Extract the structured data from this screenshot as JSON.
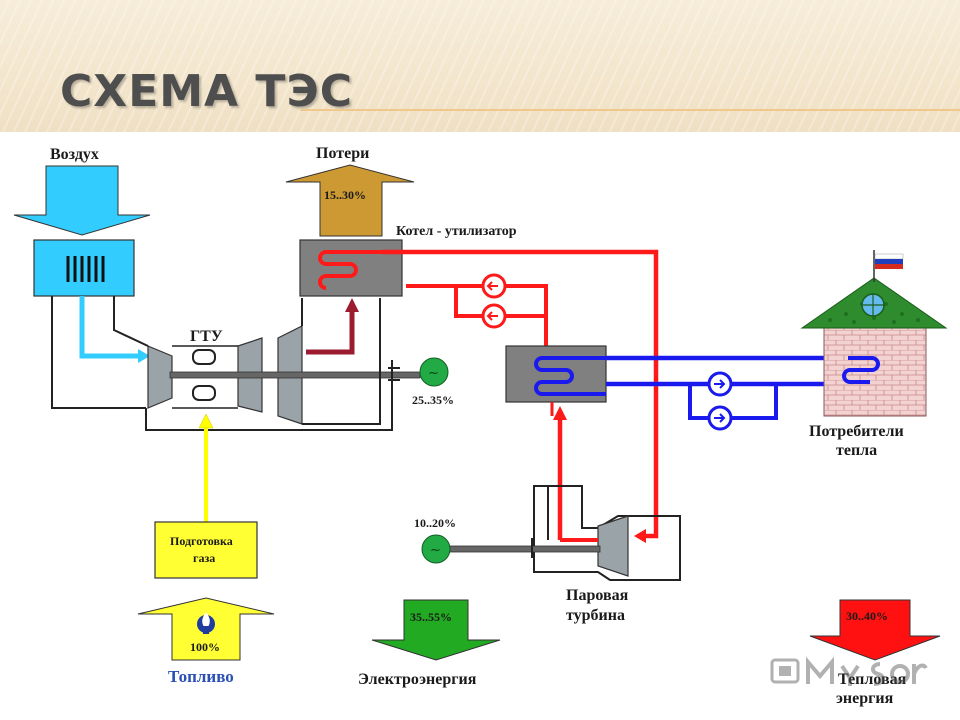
{
  "title": "СХЕМА ТЭС",
  "labels": {
    "air": "Воздух",
    "losses": "Потери",
    "losses_pct": "15..30%",
    "boiler": "Котел - утилизатор",
    "gtu": "ГТУ",
    "gtu_pct": "25..35%",
    "gas_prep_line1": "Подготовка",
    "gas_prep_line2": "газа",
    "fuel": "Топливо",
    "fuel_pct": "100%",
    "electricity": "Электроэнергия",
    "electricity_pct": "35..55%",
    "steam_turbine_line1": "Паровая",
    "steam_turbine_line2": "турбина",
    "steam_pct": "10..20%",
    "consumers_line1": "Потребители",
    "consumers_line2": "тепла",
    "heat_line1": "Тепловая",
    "heat_line2": "энергия",
    "heat_pct": "30..40%"
  },
  "generator_symbol": "~",
  "icons": {
    "fuel_logo": "gas-flame-logo-icon",
    "flag": "russian-flag-icon",
    "watermark": "presentation-watermark-icon"
  },
  "colors": {
    "air_arrow": "#33ccff",
    "losses_arrow": "#cc9933",
    "fuel_arrow": "#ffff33",
    "electricity_arrow": "#22aa22",
    "heat_arrow": "#ff1111",
    "hot_pipe": "#ff1a1a",
    "cold_pipe": "#1a1aee",
    "exhaust_pipe": "#9b1b30",
    "gas_pipe": "#ffff00",
    "generator": "#22aa44",
    "roof": "#2e8b2e",
    "brick": "#f3d2d2"
  }
}
